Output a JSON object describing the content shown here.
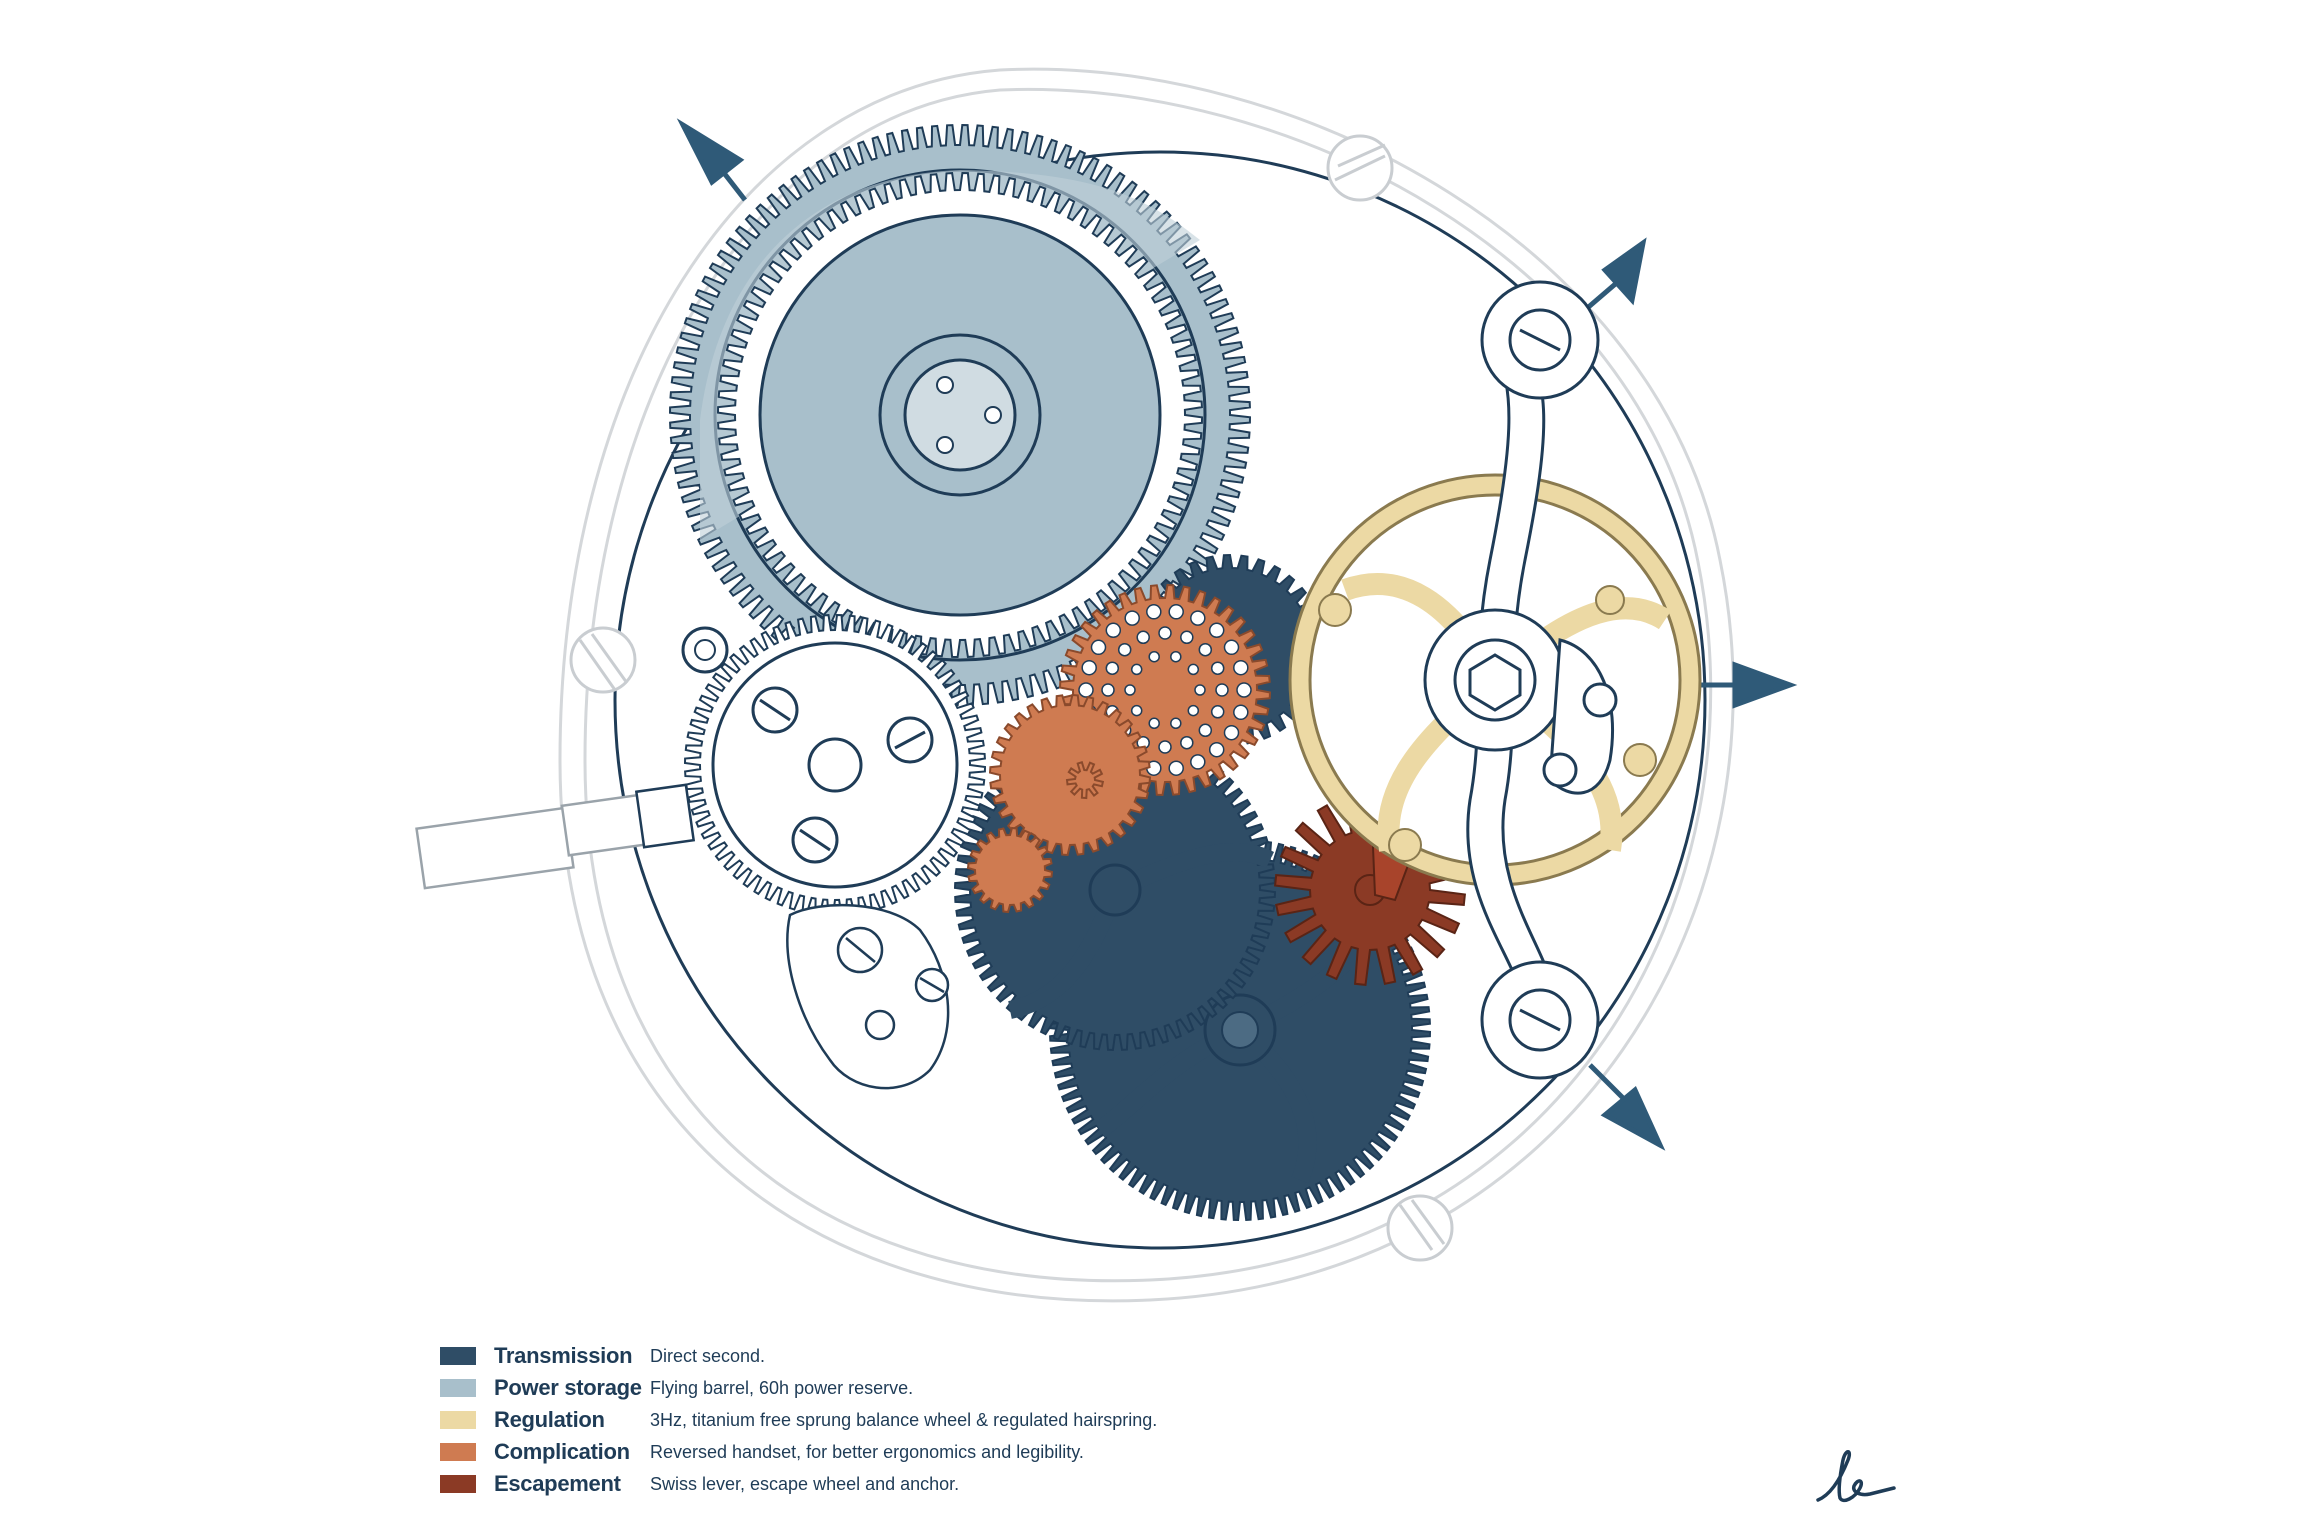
{
  "colors": {
    "transmission": "#2f4d66",
    "power_storage": "#a8bfcb",
    "regulation": "#ecd9a4",
    "complication": "#cf7b51",
    "escapement": "#8b3a25",
    "outline": "#1f3c57",
    "plate_line": "#c8ccd0"
  },
  "legend": [
    {
      "key": "transmission",
      "name": "Transmission",
      "description": "Direct second."
    },
    {
      "key": "power_storage",
      "name": "Power storage",
      "description": "Flying barrel, 60h power reserve."
    },
    {
      "key": "regulation",
      "name": "Regulation",
      "description": "3Hz, titanium free sprung balance wheel & regulated hairspring."
    },
    {
      "key": "complication",
      "name": "Complication",
      "description": "Reversed handset, for better ergonomics and legibility."
    },
    {
      "key": "escapement",
      "name": "Escapement",
      "description": "Swiss lever, escape wheel and anchor."
    }
  ],
  "icons": {
    "signature": "signature-logo-icon",
    "arrows": "direction-arrow-icon"
  }
}
